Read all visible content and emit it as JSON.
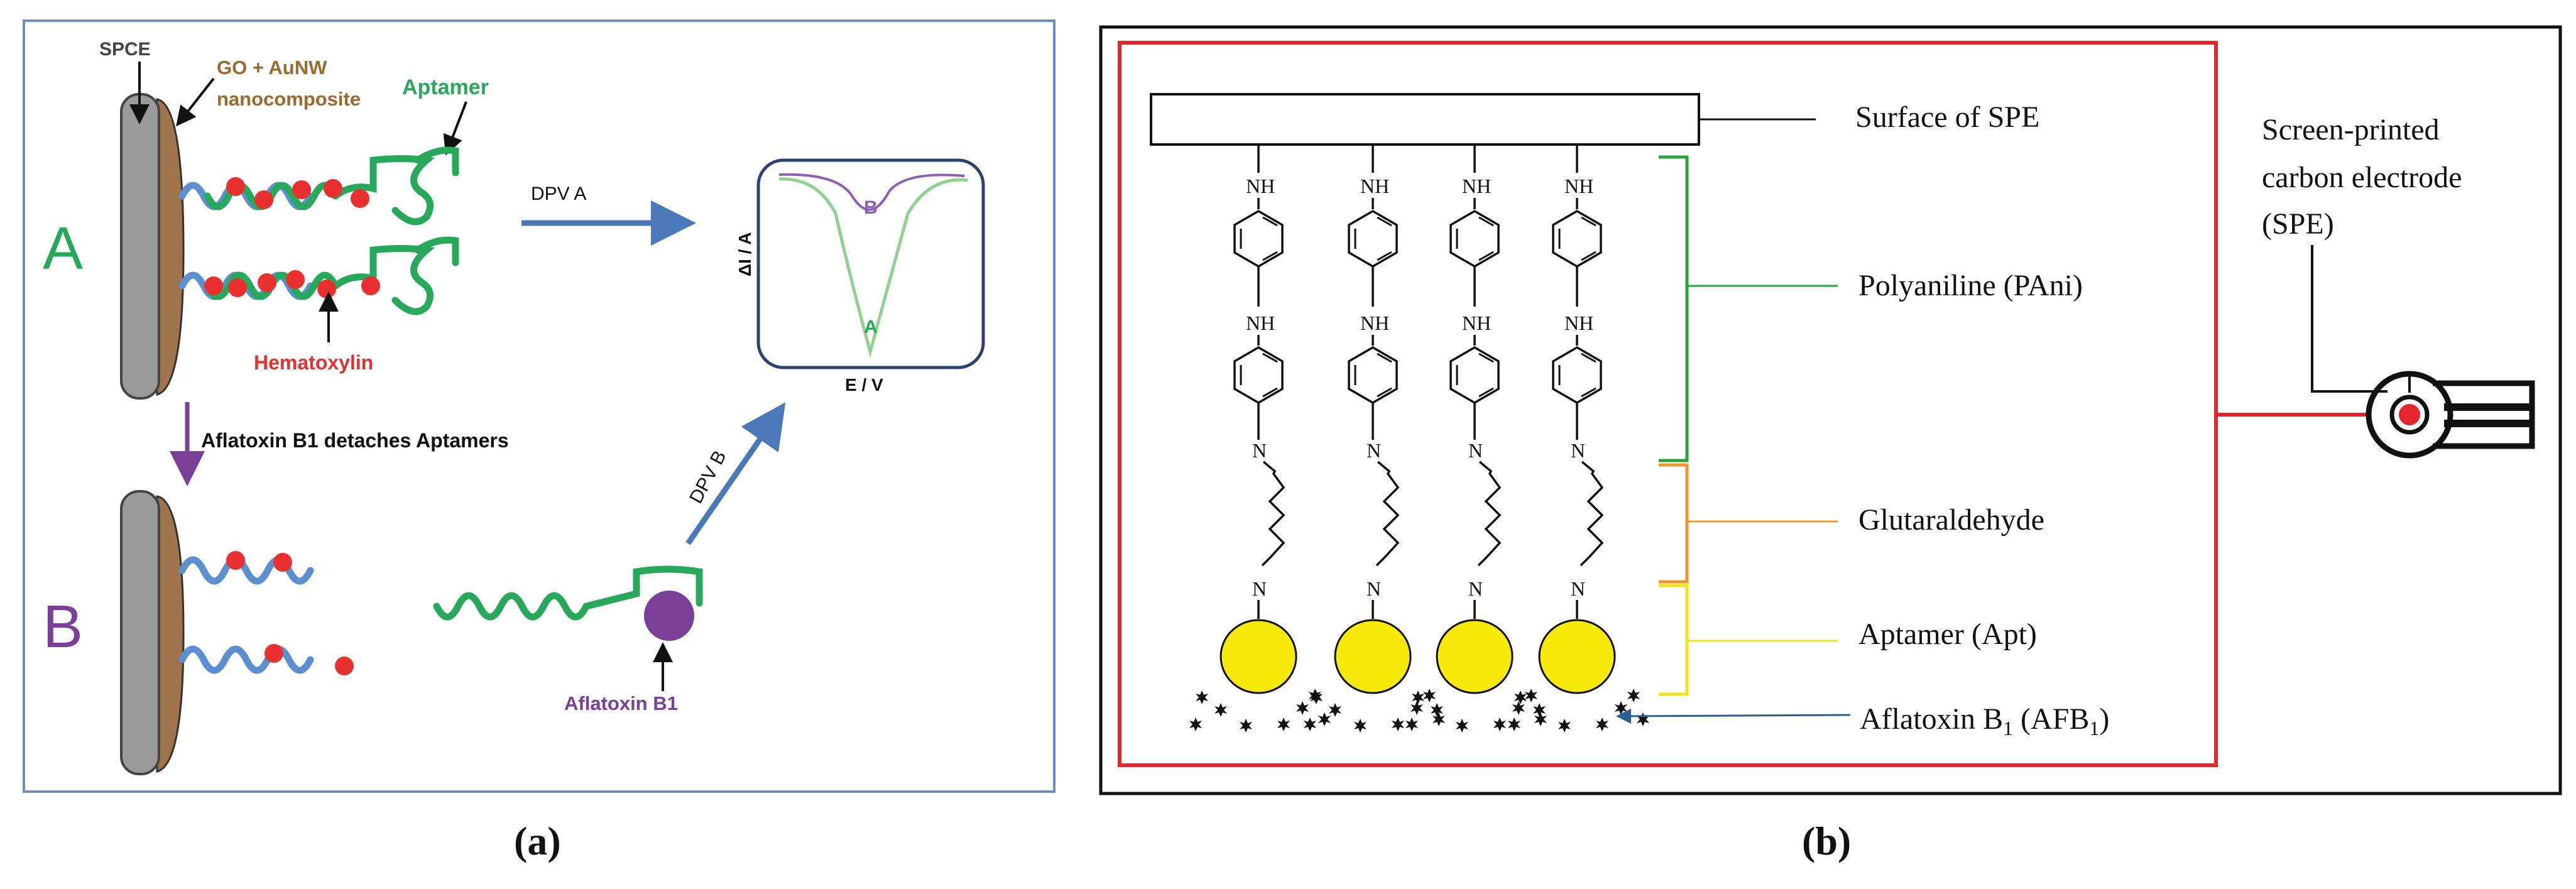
{
  "panel_a": {
    "spce_label": "SPCE",
    "go_label_1": "GO + AuNW",
    "go_label_2": "nanocomposite",
    "aptamer_label": "Aptamer",
    "hematoxylin_label": "Hematoxylin",
    "state_a": "A",
    "state_b": "B",
    "dpv_a_label": "DPV A",
    "dpv_b_label": "DPV B",
    "detach_label": "Aflatoxin B1 detaches Aptamers",
    "aflatoxin_label": "Aflatoxin B1",
    "graph": {
      "ylabel": "ΔI / A",
      "xlabel": "E / V",
      "curve_a_label": "A",
      "curve_b_label": "B"
    },
    "caption": "(a)"
  },
  "panel_b": {
    "nh_label": "NH",
    "n_label": "N",
    "surface_label": "Surface of SPE",
    "pani_label": "Polyaniline (PAni)",
    "glutaraldehyde_label": "Glutaraldehyde",
    "aptamer_label": "Aptamer (Apt)",
    "afb1_text": "Aflatoxin B",
    "afb1_sub": "1",
    "afb1_paren": "(AFB",
    "afb1_paren_sub": "1",
    "afb1_close": ")",
    "spe_label_1": "Screen-printed",
    "spe_label_2": "carbon electrode",
    "spe_label_3": "(SPE)",
    "caption": "(b)"
  },
  "colors": {
    "green": "#27a85a",
    "blue": "#5b8fd0",
    "red": "#e8302f",
    "purple": "#7a3f98",
    "brown": "#a0744a",
    "electrode_gray": "#9a9a9a",
    "arrow_blue": "#4a78b8",
    "border_blue": "#6d8fbf",
    "red_frame": "#e3262b",
    "yellow": "#f7ea0a",
    "pani_bracket": "#2aa33c",
    "glut_bracket": "#f0962a",
    "apt_bracket": "#f2e21a",
    "afb_arrow": "#2a5f90"
  }
}
